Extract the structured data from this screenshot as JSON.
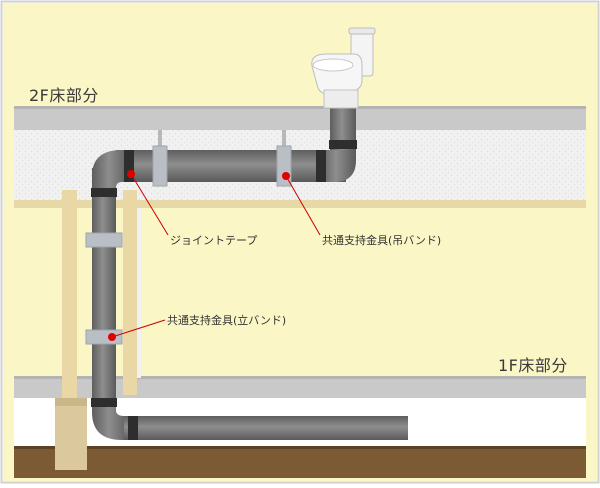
{
  "labels": {
    "floor_2f": "2F床部分",
    "floor_1f": "1F床部分",
    "joint_tape": "ジョイントテープ",
    "hanger_band": "共通支持金具(吊バンド)",
    "vertical_band": "共通支持金具(立バンド)"
  },
  "colors": {
    "wall": "#faf6c5",
    "floor_slab": "#c9c9c9",
    "floor_slab_edge": "#a9a9a9",
    "ceiling_space": "#efefef",
    "beam": "#eee0a8",
    "pipe": "#7b7b7b",
    "pipe_joint": "#2e2e2e",
    "post": "#e8d6a6",
    "ground": "#7b5a34",
    "callout_line": "#cc0000",
    "callout_dot": "#e00000",
    "frame_border": "#d8d8d8"
  },
  "icons": [
    "toilet-icon"
  ]
}
